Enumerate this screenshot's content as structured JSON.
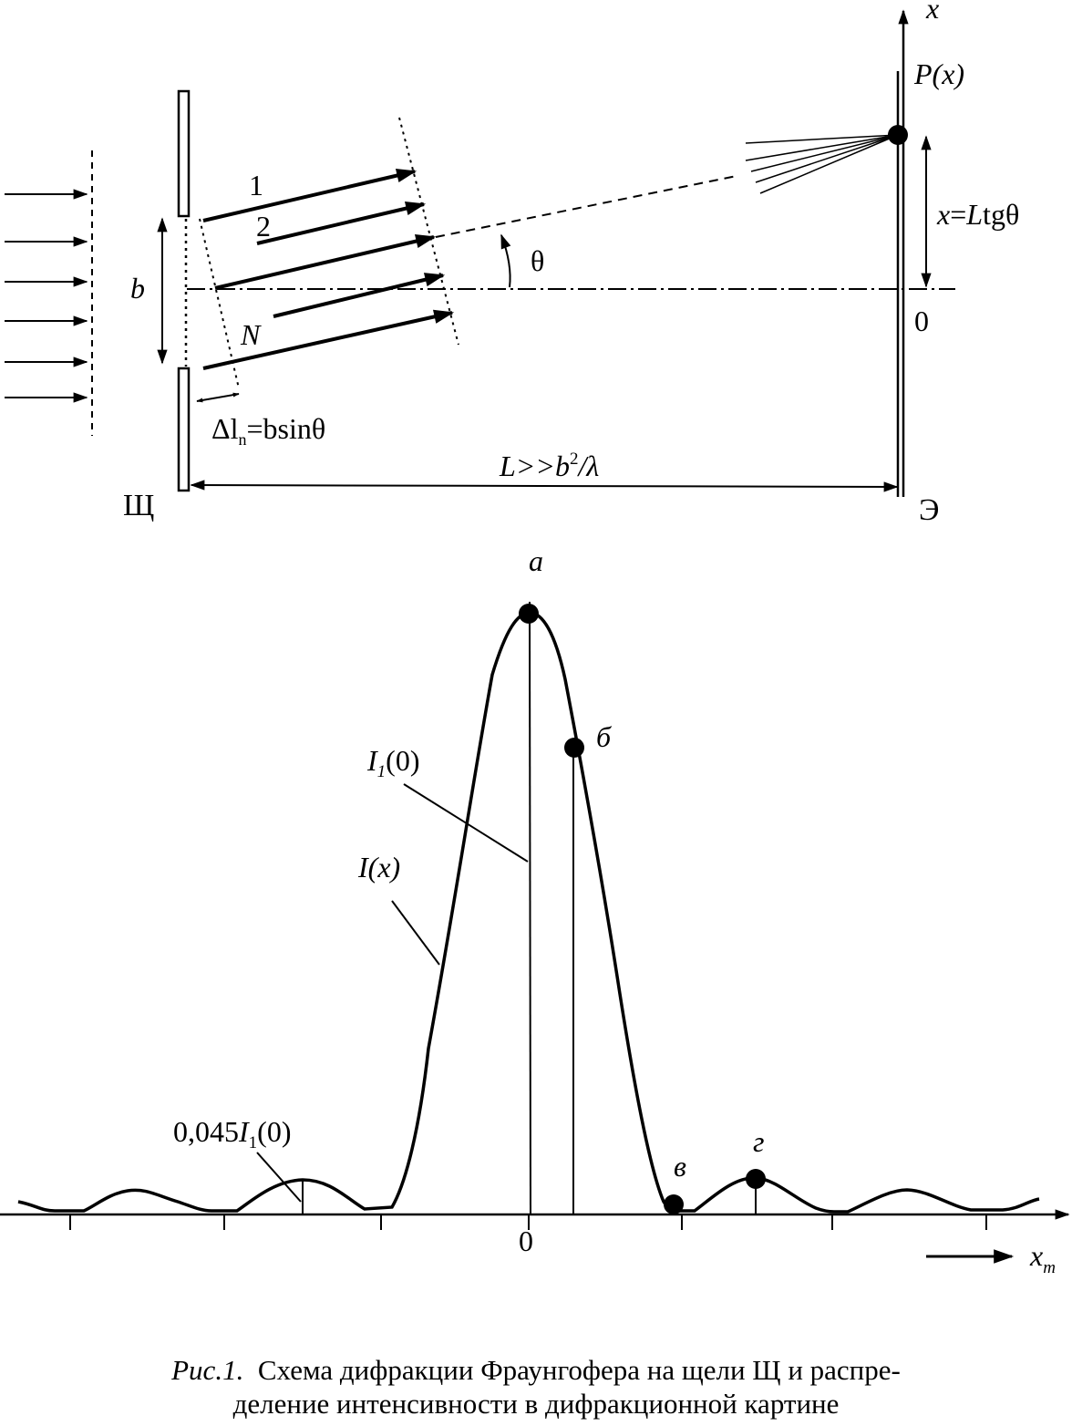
{
  "scheme": {
    "slit_label": "Щ",
    "screen_label": "Э",
    "ray_labels": [
      "1",
      "2",
      "N"
    ],
    "slit_width_label": "b",
    "angle_label": "θ",
    "path_diff_label": {
      "base": "Δl",
      "sub": "n",
      "rest": "=bsinθ"
    },
    "distance_label": {
      "pre": "L>>b",
      "sup": "2",
      "post": "/λ"
    },
    "screen_axis_label": "x",
    "point_label": "P(x)",
    "x_formula": {
      "x": "x",
      "eq": "=",
      "L": "L",
      "tg": "tgθ"
    },
    "origin_label": "0"
  },
  "graph": {
    "point_labels": [
      "а",
      "б",
      "в",
      "г"
    ],
    "peak_label": {
      "I": "I",
      "sub": "1",
      "arg": "(0)"
    },
    "curve_label": "I(x)",
    "side_max_label": {
      "coef": "0,045",
      "I": "I",
      "sub": "1",
      "arg": "(0)"
    },
    "origin_label": "0",
    "axis_label": {
      "x": "x",
      "sub": "m"
    }
  },
  "caption": {
    "label": "Рис.1.",
    "line1": "Схема дифракции Фраунгофера на щели Щ и распре-",
    "line2": "деление интенсивности в дифракционной картине"
  }
}
